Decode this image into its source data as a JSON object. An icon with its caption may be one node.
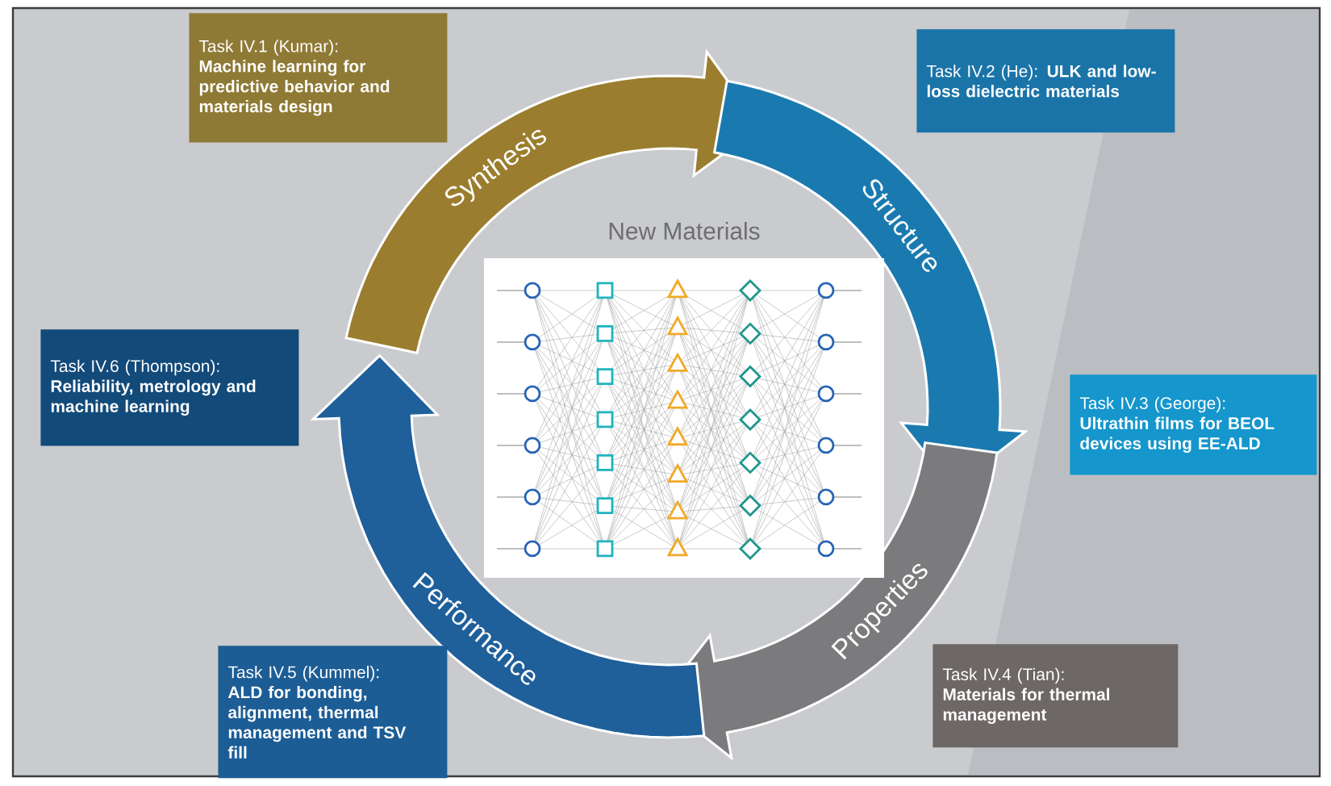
{
  "diagram": {
    "nodes": [
      {
        "text": [
          "Task IV.1 (Kumar):",
          "Machine learning for predictive behavior and materials design"
        ]
      },
      {
        "text": [
          "Task IV.2 (He): **ULK and low-loss dielectric materials**"
        ]
      },
      {
        "text": [
          "Task IV.3 (George):",
          "Ultrathin films for BEOL devices using EE-ALD"
        ]
      },
      {
        "text": [
          "Task IV.4 (Tian):",
          "Materials for thermal management"
        ]
      },
      {
        "text": [
          "Task IV.5 (Kummel):",
          "ALD for bonding, alignment, thermal management and TSV fill"
        ]
      },
      {
        "text": [
          "Task IV.6 (Thompson):",
          "Reliability, metrology and machine learning"
        ]
      },
      {
        "text": [
          "Synthesis"
        ]
      },
      {
        "text": [
          "Structure"
        ]
      },
      {
        "text": [
          "Properties"
        ]
      },
      {
        "text": [
          "Performance"
        ]
      },
      {
        "text": [
          "New Materials"
        ]
      }
    ]
  }
}
